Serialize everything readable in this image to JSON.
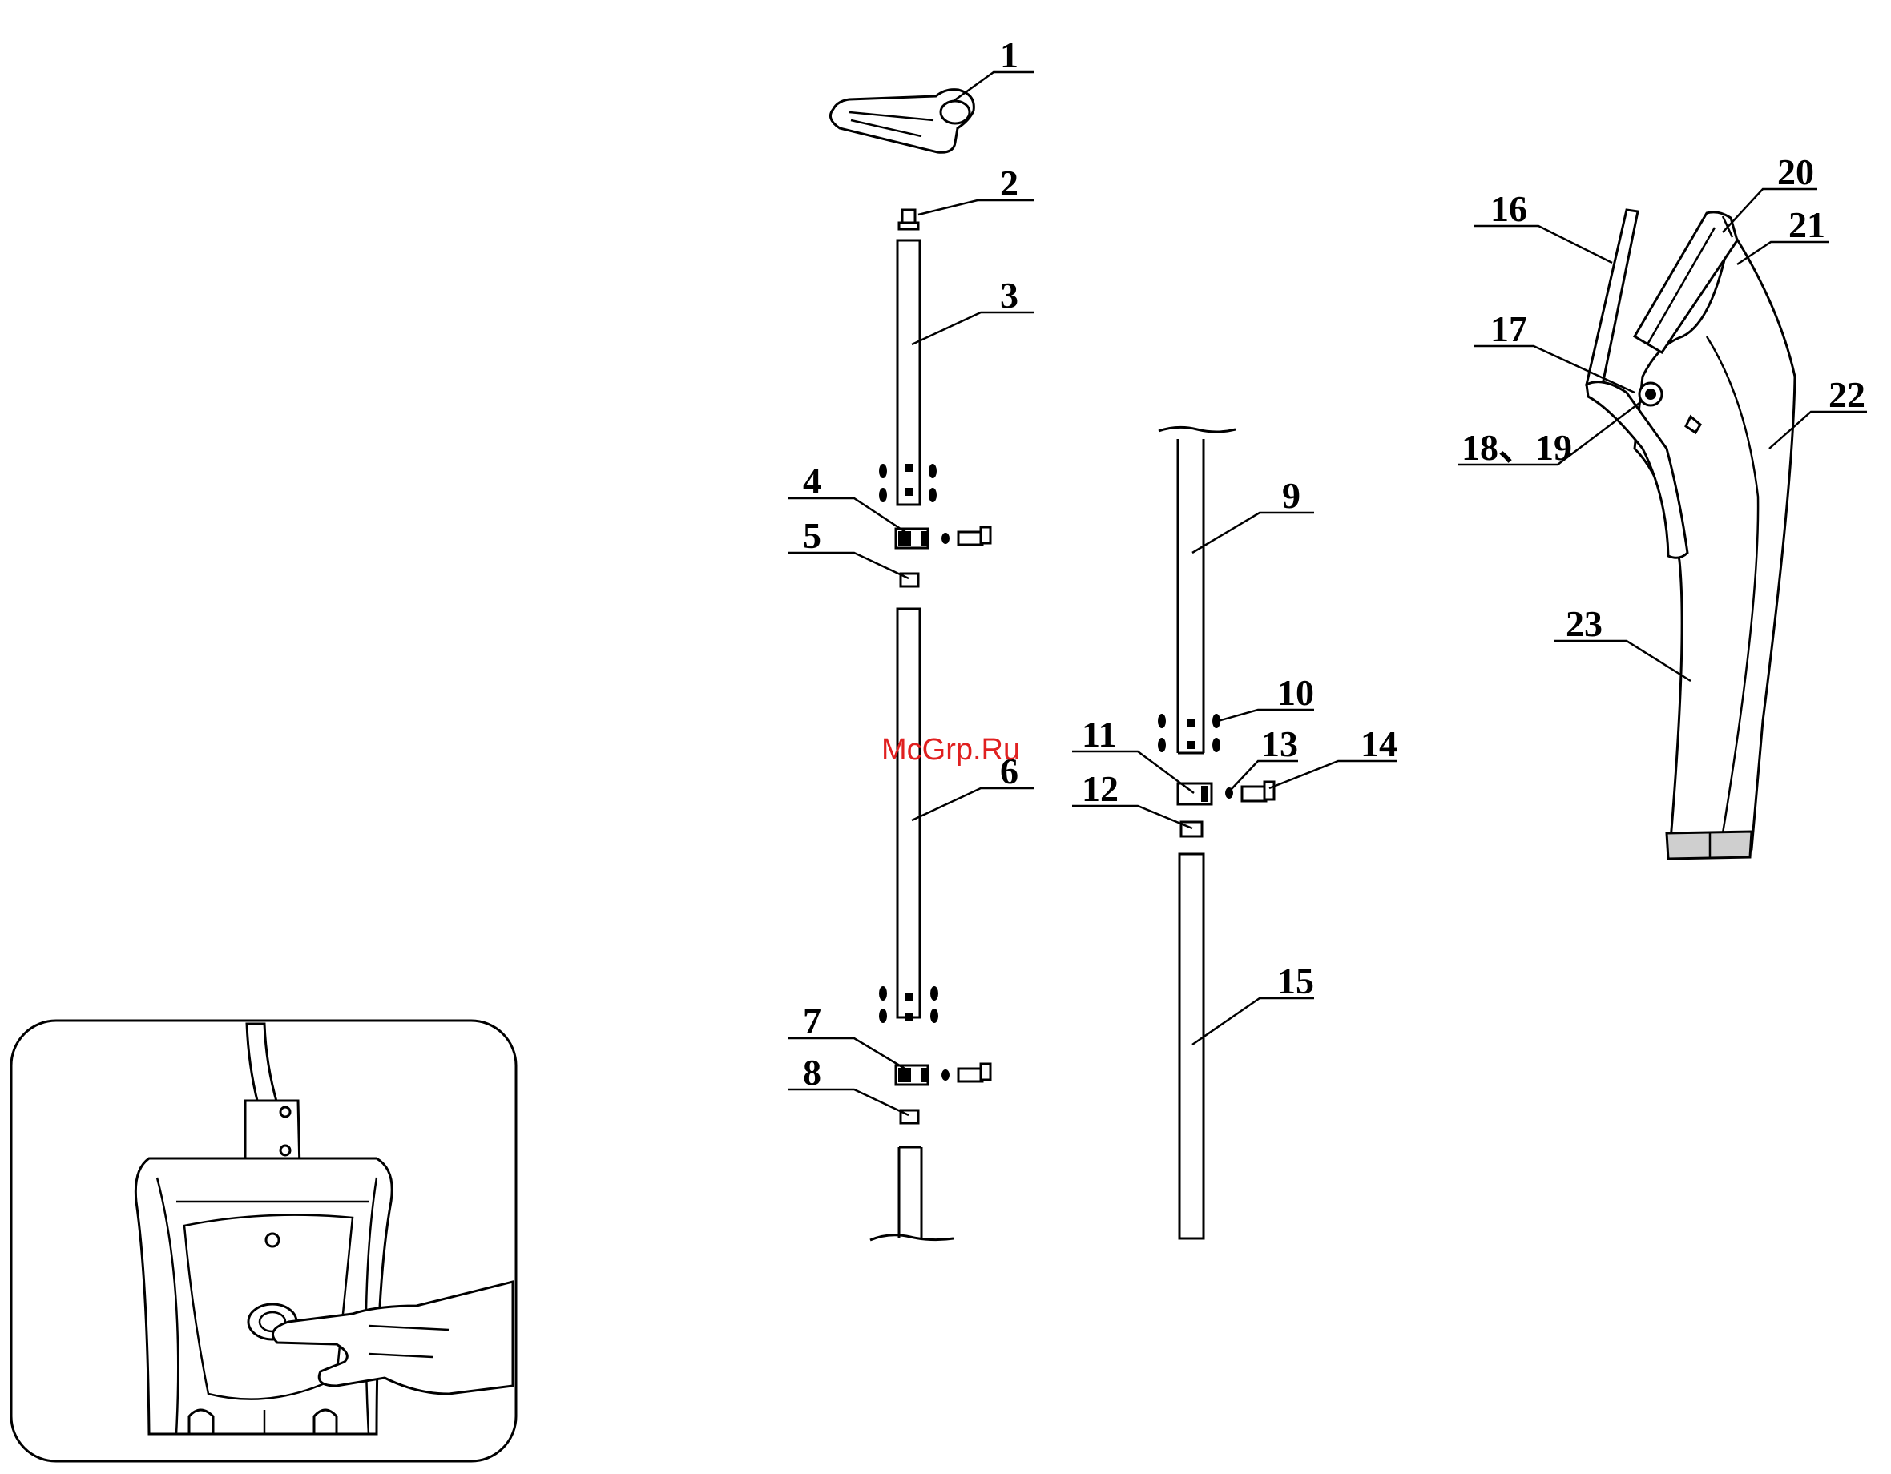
{
  "watermark": "McGrp.Ru",
  "labels": {
    "l1": "1",
    "l2": "2",
    "l3": "3",
    "l4": "4",
    "l5": "5",
    "l6": "6",
    "l7": "7",
    "l8": "8",
    "l9": "9",
    "l10": "10",
    "l11": "11",
    "l12": "12",
    "l13": "13",
    "l14": "14",
    "l15": "15",
    "l16": "16",
    "l17": "17",
    "l1819": "18、19",
    "l20": "20",
    "l21": "21",
    "l22": "22",
    "l23": "23"
  },
  "icons": [
    "handle-grip-icon",
    "tube-segment-icon",
    "tube-clamp-icon",
    "hose-handle-icon",
    "hand-pressing-button-icon"
  ]
}
